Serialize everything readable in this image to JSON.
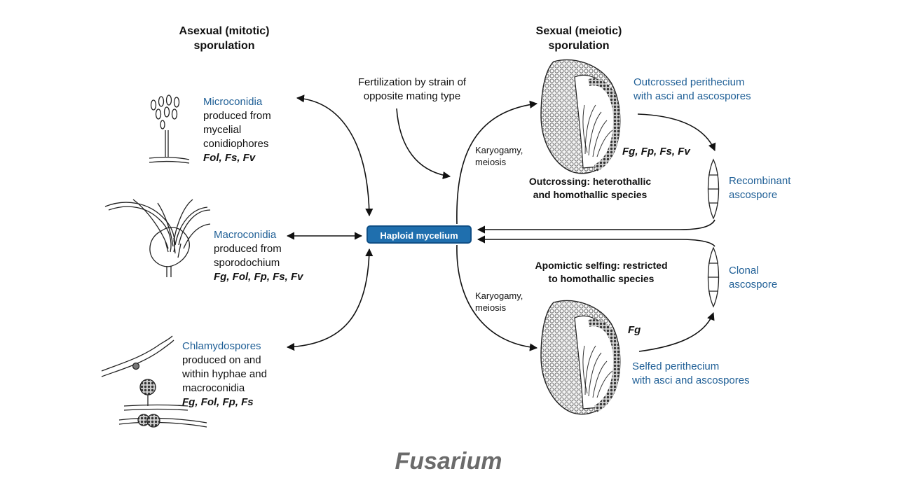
{
  "headers": {
    "asexual": [
      "Asexual (mitotic)",
      "sporulation"
    ],
    "sexual": [
      "Sexual (meiotic)",
      "sporulation"
    ]
  },
  "asexual_spores": [
    {
      "name": "Microconidia",
      "desc": [
        "produced from",
        "mycelial",
        "conidiophores"
      ],
      "species": "Fol, Fs, Fv"
    },
    {
      "name": "Macroconidia",
      "desc": [
        "produced from",
        "sporodochium"
      ],
      "species": "Fg, Fol, Fp, Fs, Fv"
    },
    {
      "name": "Chlamydospores",
      "desc": [
        "produced on and",
        "within hyphae and",
        "macroconidia"
      ],
      "species": "Fg, Fol, Fp, Fs"
    }
  ],
  "center_label": "Haploid mycelium",
  "fertilization_note": [
    "Fertilization by strain of",
    "opposite mating type"
  ],
  "karyogamy_top": [
    "Karyogamy,",
    "meiosis"
  ],
  "karyogamy_bottom": [
    "Karyogamy,",
    "meiosis"
  ],
  "outcrossed": {
    "label": [
      "Outcrossed perithecium",
      "with asci and ascospores"
    ],
    "species": "Fg, Fp, Fs, Fv"
  },
  "outcrossing_note": [
    "Outcrossing: heterothallic",
    "and homothallic species"
  ],
  "recombinant": [
    "Recombinant",
    "ascospore"
  ],
  "selfing_note": [
    "Apomictic selfing:  restricted",
    "to homothallic species"
  ],
  "clonal": [
    "Clonal",
    "ascospore"
  ],
  "selfed": {
    "label": [
      "Selfed perithecium",
      "with asci and ascospores"
    ],
    "species": "Fg"
  },
  "page_title": "Fusarium",
  "colors": {
    "accent_blue": "#1f5f96",
    "box_fill": "#1f6fae",
    "title_gray": "#6b6b6b"
  }
}
